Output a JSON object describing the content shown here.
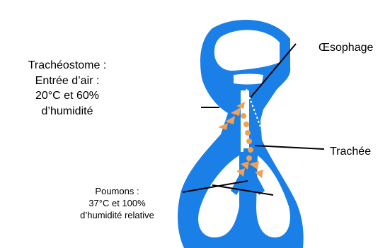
{
  "labels": {
    "tracheostome": [
      "Trachéostome :",
      "Entrée d’air :",
      "20°C et 60%",
      "d’humidité"
    ],
    "poumons": [
      "Poumons :",
      "37°C et 100%",
      "d’humidité relative"
    ],
    "oesophage": "Œsophage",
    "trachee": "Trachée"
  },
  "colors": {
    "body": "#1a7fe6",
    "interior": "#ffffff",
    "airflow": "#f0a050",
    "leader_line": "#000000"
  }
}
